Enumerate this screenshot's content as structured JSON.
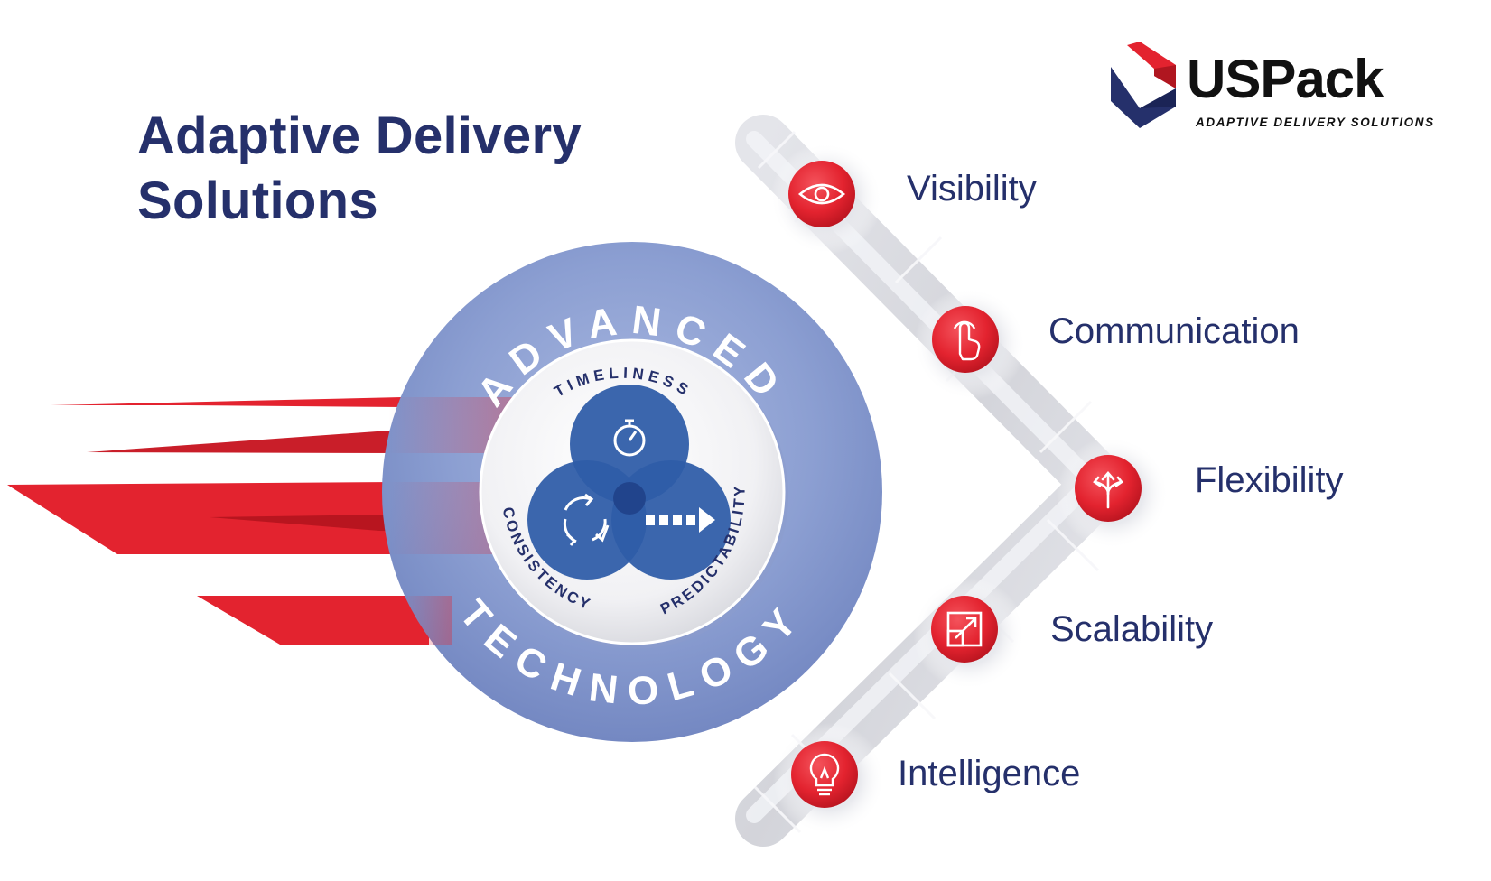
{
  "title": {
    "line1": "Adaptive Delivery",
    "line2": "Solutions"
  },
  "logo": {
    "wordmark": "USPack",
    "tagline": "ADAPTIVE DELIVERY SOLUTIONS"
  },
  "core": {
    "outer_ring_top": "ADVANCED",
    "outer_ring_bottom": "TECHNOLOGY",
    "pillars": [
      {
        "label": "TIMELINESS",
        "icon": "stopwatch-icon"
      },
      {
        "label": "CONSISTENCY",
        "icon": "cycle-arrows-icon"
      },
      {
        "label": "PREDICTABILITY",
        "icon": "dashed-arrow-icon"
      }
    ]
  },
  "benefits": [
    {
      "label": "Visibility",
      "icon": "eye-icon"
    },
    {
      "label": "Communication",
      "icon": "pointer-hand-icon"
    },
    {
      "label": "Flexibility",
      "icon": "split-arrows-icon"
    },
    {
      "label": "Scalability",
      "icon": "expand-box-icon"
    },
    {
      "label": "Intelligence",
      "icon": "lightbulb-icon"
    }
  ],
  "colors": {
    "navy": "#25306b",
    "red": "#e3232f",
    "dark_red": "#c81b27",
    "ring_blue": "#7f93c8",
    "venn_blue": "#2f5ca8"
  }
}
